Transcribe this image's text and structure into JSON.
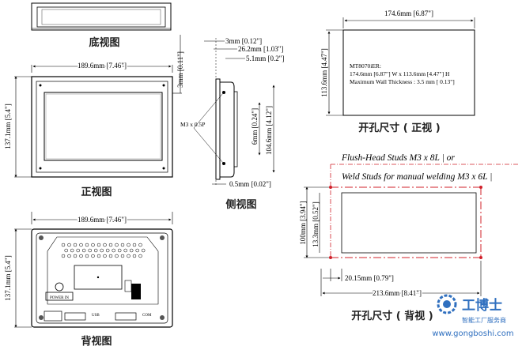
{
  "views": {
    "bottom_title": "底视图",
    "front_title": "正视图",
    "side_title": "侧视图",
    "back_title": "背视图",
    "cutout_front_title": "开孔尺寸 ( 正视 )",
    "cutout_back_title": "开孔尺寸 ( 背视 )"
  },
  "dims": {
    "front_width": "189.6mm [7.46\"]",
    "front_height": "137.1mm [5.4\"]",
    "front_depth": "3mm [0.11\"]",
    "back_width": "189.6mm [7.46\"]",
    "back_height": "137.1mm [5.4\"]",
    "side_top1": "3mm [0.12\"]",
    "side_top2": "26.2mm [1.03\"]",
    "side_top3": "5.1mm [0.2\"]",
    "side_screw": "M3 x 0.5P",
    "side_6mm": "6mm [0.24\"]",
    "side_104": "104.6mm [4.12\"]",
    "side_bottom": "0.5mm [0.02\"]",
    "cutout_width": "174.6mm [6.87\"]",
    "cutout_height": "113.6mm [4.47\"]",
    "stud_height": "100mm [3.94\"]",
    "stud_offset": "13.3mm [0.52\"]",
    "stud_x_offset": "20.15mm [0.79\"]",
    "stud_width": "213.6mm [8.41\"]"
  },
  "cutout_note": {
    "line1": "MT8070iER:",
    "line2": "174.6mm [6.87\"] W x 113.6mm [4.47\"] H",
    "line3": "Maximum Wall Thickness : 3.5 mm [ 0.13\"]"
  },
  "studs": {
    "line1": "Flush-Head Studs M3 x 8L | or",
    "line2": "Weld Studs for manual welding M3 x 6L |"
  },
  "back_labels": {
    "power": "POWER IN",
    "usb": "USB",
    "com": "COM"
  },
  "watermark": {
    "brand": "工博士",
    "tagline": "智能工厂服务商",
    "url": "www.gongboshi.com"
  },
  "colors": {
    "line": "#000000",
    "dash_red": "#d0202a",
    "watermark_blue": "#2f6fbf"
  }
}
